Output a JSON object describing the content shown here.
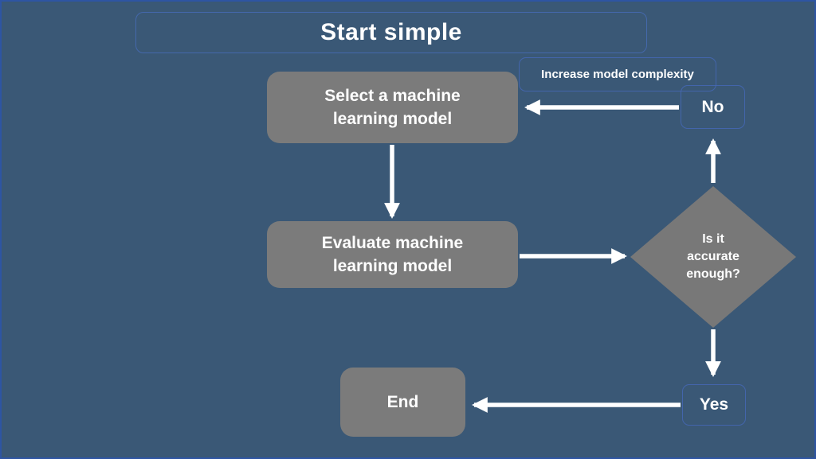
{
  "title": "Start simple",
  "nodes": {
    "select": {
      "label": "Select a machine\nlearning model"
    },
    "evaluate": {
      "label": "Evaluate machine\nlearning model"
    },
    "decision": {
      "label": "Is it\naccurate\nenough?"
    },
    "end": {
      "label": "End"
    }
  },
  "edge_labels": {
    "increase": "Increase model complexity",
    "no": "No",
    "yes": "Yes"
  },
  "palette": {
    "background": "#3A5876",
    "frame_border": "#2E55A3",
    "node_fill": "#7B7B7B",
    "diamond_fill": "#787878",
    "arrow": "#FFFFFF",
    "text": "#FFFFFF",
    "label_outline": "#466BB9"
  }
}
